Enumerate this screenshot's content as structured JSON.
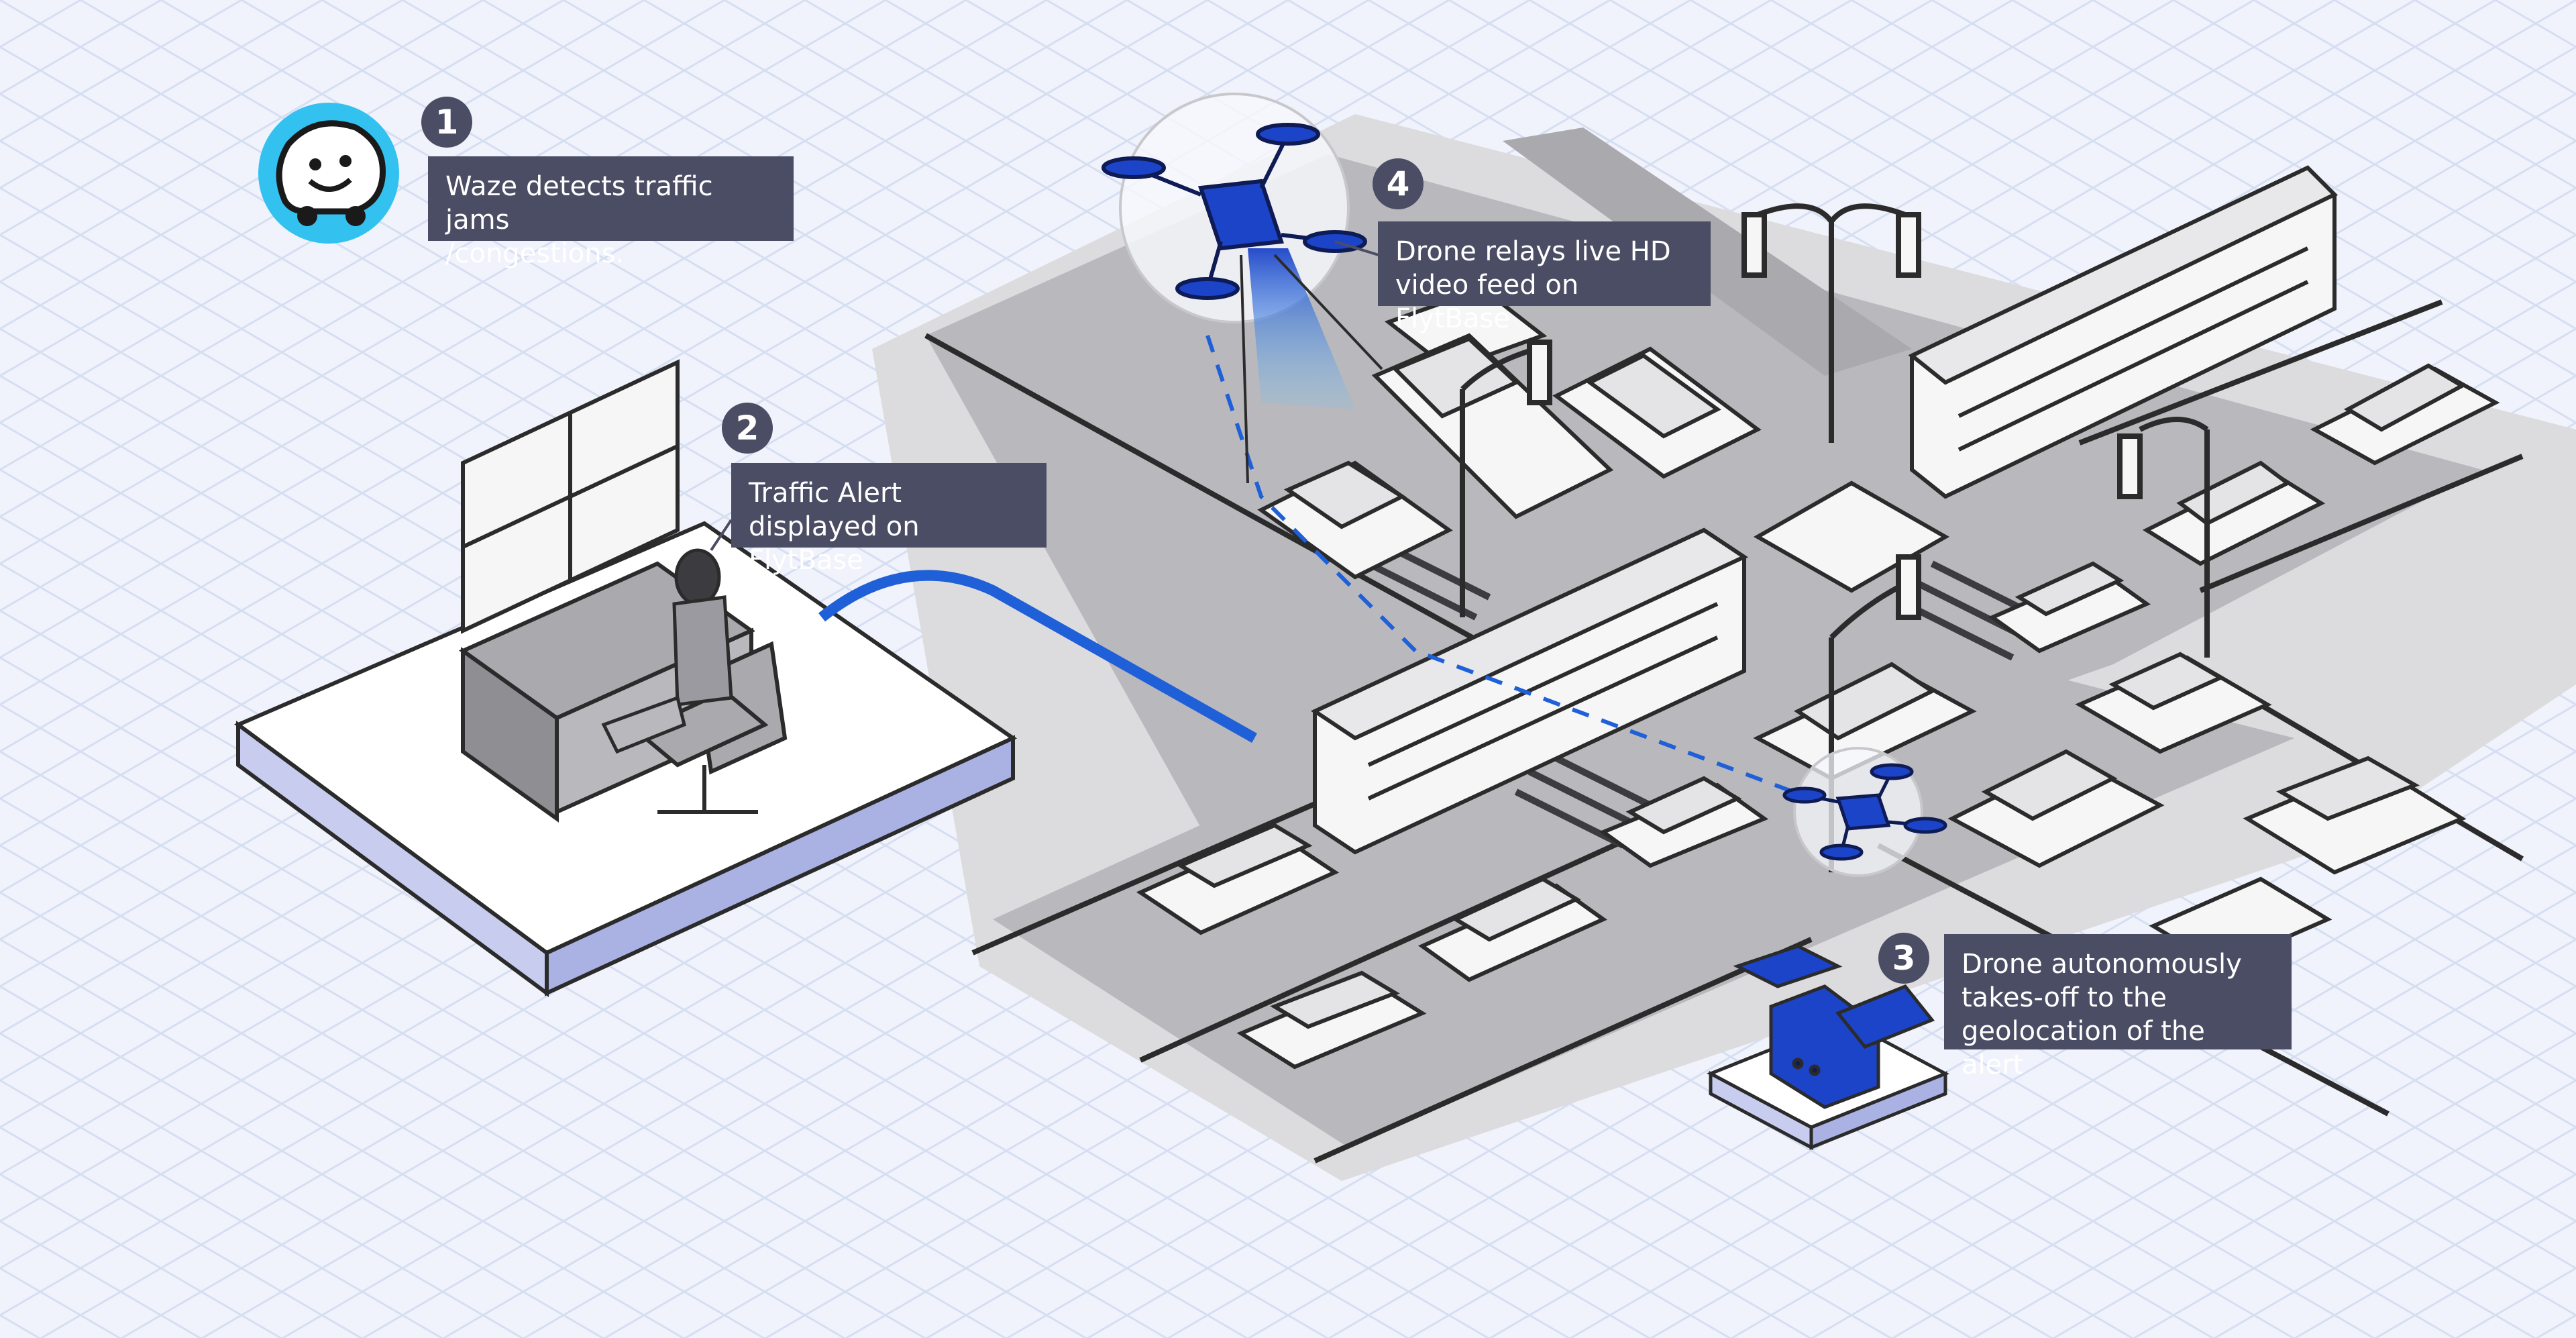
{
  "steps": [
    {
      "number": "1",
      "text": "Waze detects traffic jams\n/congestions."
    },
    {
      "number": "2",
      "text": "Traffic Alert\ndisplayed on FlytBase"
    },
    {
      "number": "3",
      "text": "Drone autonomously\ntakes-off to the\ngeolocation of the alert"
    },
    {
      "number": "4",
      "text": "Drone relays live HD\nvideo feed on FlytBase"
    }
  ],
  "icons": {
    "app_logo": "waze-icon",
    "drone": "drone-icon",
    "dock": "drone-dock-icon"
  },
  "colors": {
    "accent": "#1f5fd8",
    "drone": "#1c44c9",
    "label_bg": "#4a4d63",
    "logo_bg": "#33c2ef",
    "road": "#b8b8bd",
    "background": "#f0f3fb"
  }
}
